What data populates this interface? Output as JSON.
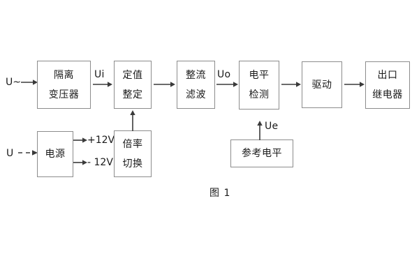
{
  "figure": {
    "caption": "图 1",
    "type": "block-diagram",
    "theme": {
      "background": "#ffffff",
      "block_border": "#8c8c8c",
      "connector": "#3a3a3a",
      "text": "#1a1a1a"
    }
  },
  "blocks": [
    {
      "id": "isolation-transformer",
      "lines": [
        "隔离",
        "变压器"
      ]
    },
    {
      "id": "setpoint-setting",
      "lines": [
        "定值",
        "整定"
      ]
    },
    {
      "id": "rectify-filter",
      "lines": [
        "整流",
        "滤波"
      ]
    },
    {
      "id": "level-detection",
      "lines": [
        "电平",
        "检测"
      ]
    },
    {
      "id": "drive",
      "lines": [
        "驱动"
      ]
    },
    {
      "id": "output-relay",
      "lines": [
        "出口",
        "继电器"
      ]
    },
    {
      "id": "power-supply",
      "lines": [
        "电源"
      ]
    },
    {
      "id": "multiplier-switch",
      "lines": [
        "倍率",
        "切换"
      ]
    },
    {
      "id": "reference-level",
      "lines": [
        "参考电平"
      ]
    }
  ],
  "labels": {
    "input_ac": "U~",
    "input_dc": "U",
    "signal_ui": "Ui",
    "signal_uo": "Uo",
    "signal_ue": "Ue",
    "rail_positive": "+12V",
    "rail_negative": "- 12V"
  }
}
